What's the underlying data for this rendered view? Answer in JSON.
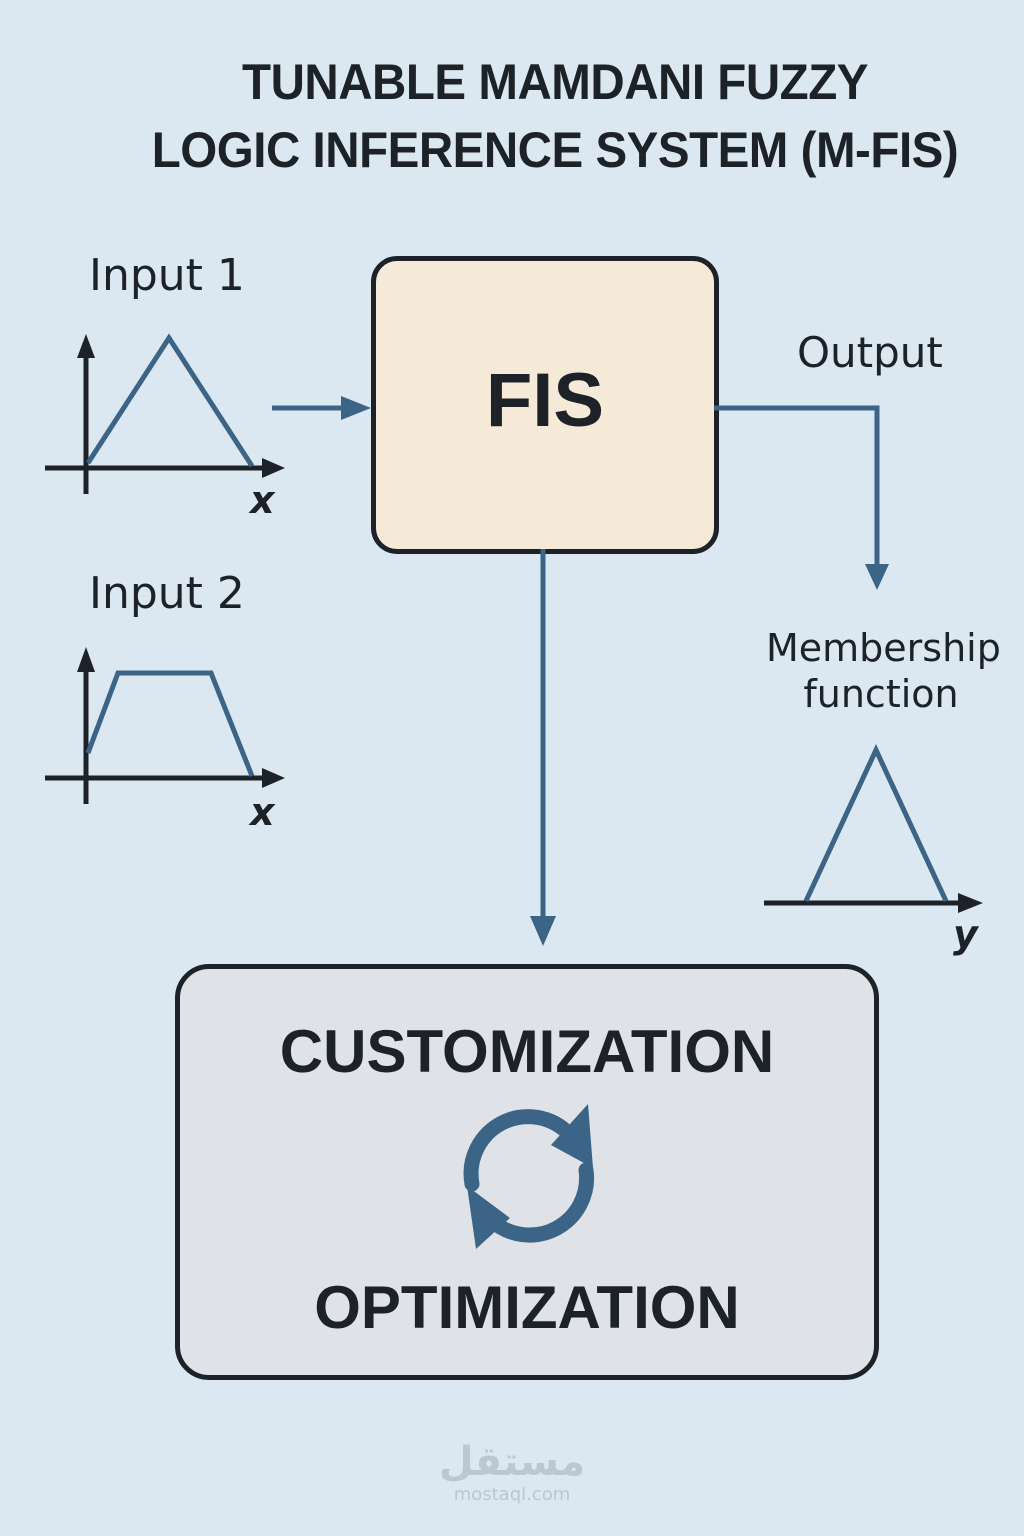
{
  "title": {
    "line1": "TUNABLE MAMDANI FUZZY",
    "line2": "LOGIC INFERENCE SYSTEM (M-FIS)"
  },
  "inputs": [
    {
      "label": "Input 1",
      "axis_label": "x",
      "membership_shape": "triangular",
      "icon": "triangular-membership-plot-icon"
    },
    {
      "label": "Input 2",
      "axis_label": "x",
      "membership_shape": "trapezoidal",
      "icon": "trapezoidal-membership-plot-icon"
    }
  ],
  "fis": {
    "label": "FIS"
  },
  "output": {
    "label": "Output",
    "membership_label_line1": "Membership",
    "membership_label_line2": "function",
    "axis_label": "y",
    "membership_shape": "triangular"
  },
  "tuning": {
    "top_label": "CUSTOMIZATION",
    "bottom_label": "OPTIMIZATION",
    "icon": "refresh-cycle-icon"
  },
  "watermark": {
    "arabic": "مستقل",
    "latin": "mostaql.com"
  },
  "colors": {
    "background": "#dbe8f1",
    "accent_blue": "#3b6486",
    "ink": "#1c2228",
    "fis_fill": "#f5ead8",
    "tuning_fill": "#dfe3e7"
  }
}
